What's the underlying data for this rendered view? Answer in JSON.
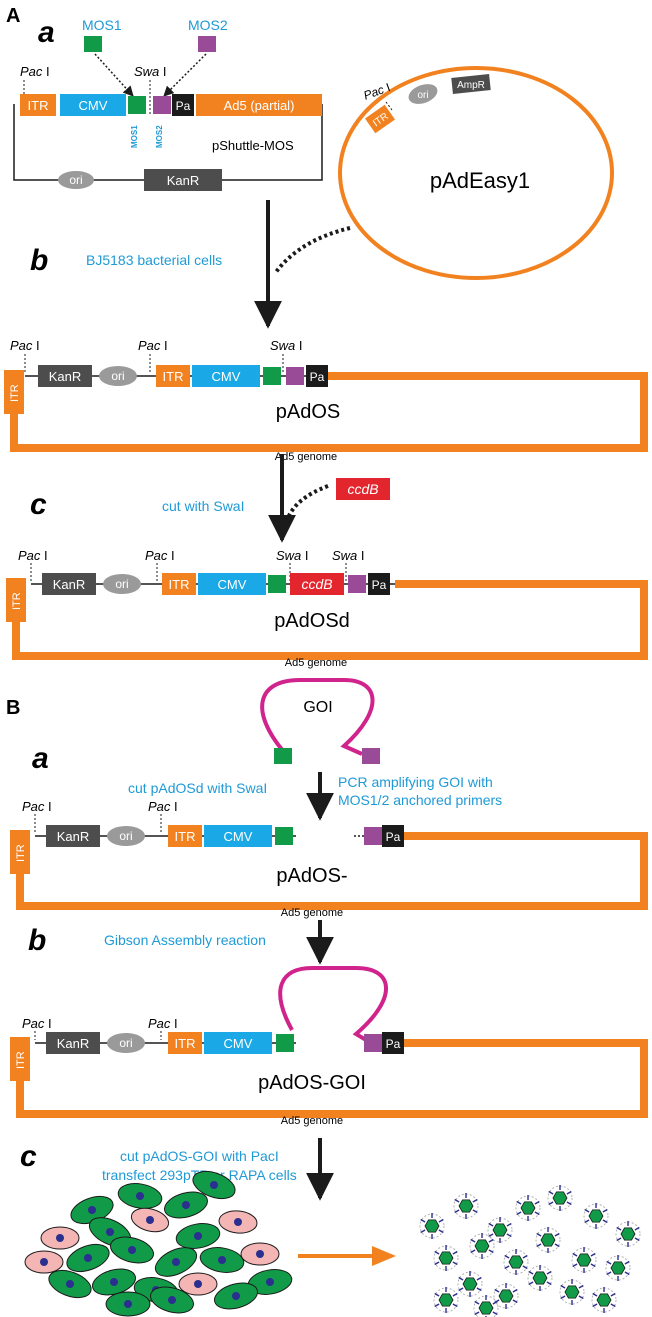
{
  "colors": {
    "orange": "#f28220",
    "cyan": "#1aa9e6",
    "green": "#119b48",
    "purple": "#9a4b97",
    "dark": "#4d4d4d",
    "grey": "#9a9a9a",
    "black": "#1b1b1b",
    "red": "#e3262e",
    "magenta": "#d0238c",
    "blue_text": "#1f9ad6",
    "pink_cell": "#f3b6b4",
    "nucleus": "#2b2f8f"
  },
  "panelA": {
    "letter": "A",
    "sub_a": "a",
    "sub_b": "b",
    "sub_c": "c",
    "mos1": "MOS1",
    "mos2": "MOS2",
    "pac": "Pac",
    "swa": "Swa",
    "site_suffix": " I",
    "itr": "ITR",
    "cmv": "CMV",
    "pa": "Pa",
    "ad5_partial": "Ad5 (partial)",
    "mos1_small": "MOS1",
    "mos2_small": "MOS2",
    "pshuttle_name": "pShuttle-MOS",
    "ori": "ori",
    "kanr": "KanR",
    "ampr": "AmpR",
    "padeasy": "pAdEasy1",
    "bj5183": "BJ5183 bacterial cells",
    "pados": "pAdOS",
    "ad5_genome": "Ad5 genome",
    "cut_swai": "cut with SwaI",
    "ccdb": "ccdB",
    "padosd": "pAdOSd"
  },
  "panelB": {
    "letter": "B",
    "sub_a": "a",
    "sub_b": "b",
    "sub_c": "c",
    "goi": "GOI",
    "cut_padosd": "cut pAdOSd with SwaI",
    "pcr_line1": "PCR amplifying GOI with",
    "pcr_line2": "MOS1/2 anchored primers",
    "pados_minus": "pAdOS-",
    "gibson": "Gibson Assembly reaction",
    "pados_goi": "pAdOS-GOI",
    "cut_pados_goi": "cut pAdOS-GOI with PacI",
    "transfect": "transfect 293pTP or RAPA cells"
  }
}
